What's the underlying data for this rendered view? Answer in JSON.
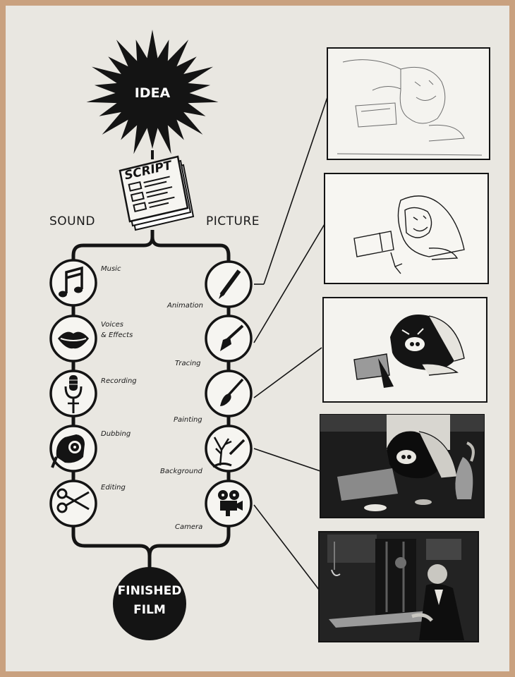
{
  "idea": "IDEA",
  "script": "SCRIPT",
  "sound": "SOUND",
  "picture": "PICTURE",
  "finished_line1": "FINISHED",
  "finished_line2": "FILM",
  "sound_steps": [
    {
      "label": "Music",
      "icon": "music-note-icon"
    },
    {
      "label": "Voices",
      "label2": "& Effects",
      "icon": "lips-icon"
    },
    {
      "label": "Recording",
      "icon": "microphone-icon"
    },
    {
      "label": "Dubbing",
      "icon": "film-reel-hand-icon"
    },
    {
      "label": "Editing",
      "icon": "scissors-icon"
    }
  ],
  "picture_steps": [
    {
      "label": "Animation",
      "icon": "pencil-icon"
    },
    {
      "label": "Tracing",
      "icon": "pen-nib-icon"
    },
    {
      "label": "Painting",
      "icon": "paintbrush-icon"
    },
    {
      "label": "Background",
      "icon": "tree-brush-icon"
    },
    {
      "label": "Camera",
      "icon": "movie-camera-icon"
    }
  ],
  "panels": [
    {
      "stage": "rough pencil animation",
      "style": "sketch"
    },
    {
      "stage": "traced line drawing",
      "style": "line"
    },
    {
      "stage": "painted cel",
      "style": "cel"
    },
    {
      "stage": "cel over background",
      "style": "background"
    },
    {
      "stage": "camera operator photo",
      "style": "photo"
    }
  ],
  "colors": {
    "ink": "#141414",
    "paper": "#e9e7e1",
    "frame": "#c9a17f"
  }
}
